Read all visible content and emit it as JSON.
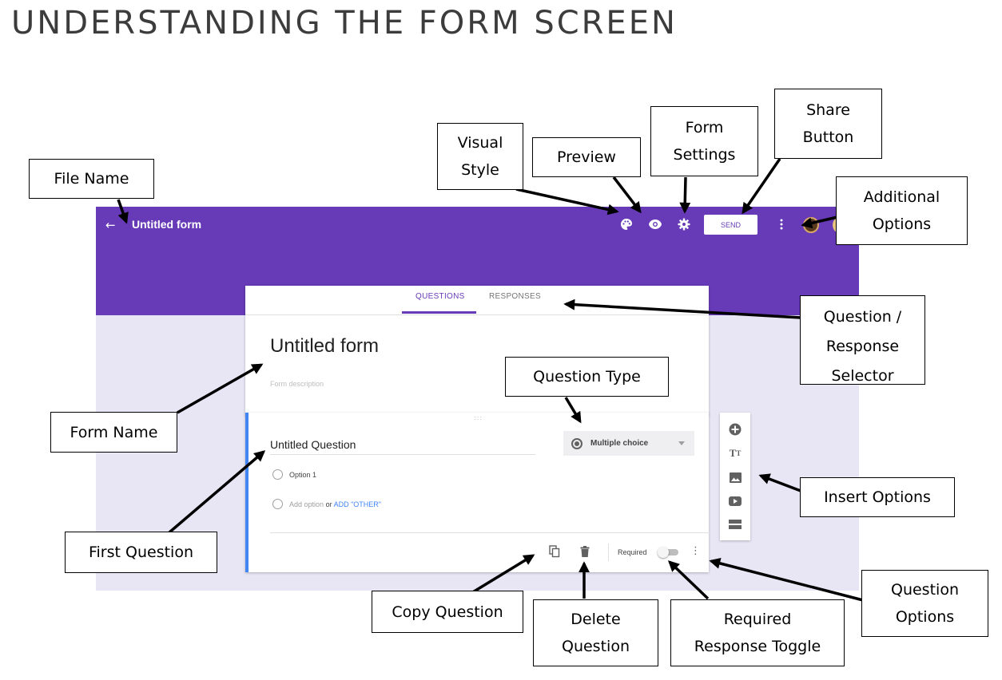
{
  "heading": "UNDERSTANDING THE FORM SCREEN",
  "app": {
    "file_name": "Untitled form",
    "send_label": "SEND",
    "tabs": [
      "QUESTIONS",
      "RESPONSES"
    ],
    "form_title": "Untitled form",
    "form_description_placeholder": "Form description",
    "question": {
      "title": "Untitled Question",
      "type": "Multiple choice",
      "options": [
        "Option 1"
      ],
      "add_option": "Add option",
      "or_text": "or",
      "add_other": "ADD \"OTHER\"",
      "required_label": "Required"
    },
    "colors": {
      "header": "#673ab7",
      "background": "#e8e6f5",
      "question_accent": "#4285f4"
    },
    "icons": [
      "back-arrow-icon",
      "palette-icon",
      "eye-icon",
      "gear-icon",
      "more-vert-icon",
      "copy-icon",
      "trash-icon",
      "plus-circle-icon",
      "text-tt-icon",
      "image-icon",
      "video-icon",
      "section-icon"
    ]
  },
  "callouts": {
    "file_name": [
      "File Name"
    ],
    "visual_style": [
      "Visual",
      "Style"
    ],
    "preview": [
      "Preview"
    ],
    "form_settings": [
      "Form",
      "Settings"
    ],
    "share_button": [
      "Share",
      "Button"
    ],
    "additional_options": [
      "Additional",
      "Options"
    ],
    "question_response_selector": [
      "Question /",
      "Response",
      "Selector"
    ],
    "question_type": [
      "Question Type"
    ],
    "form_name": [
      "Form Name"
    ],
    "insert_options": [
      "Insert Options"
    ],
    "first_question": [
      "First Question"
    ],
    "copy_question": [
      "Copy Question"
    ],
    "delete_question": [
      "Delete",
      "Question"
    ],
    "required_response_toggle": [
      "Required",
      "Response Toggle"
    ],
    "question_options": [
      "Question",
      "Options"
    ]
  }
}
